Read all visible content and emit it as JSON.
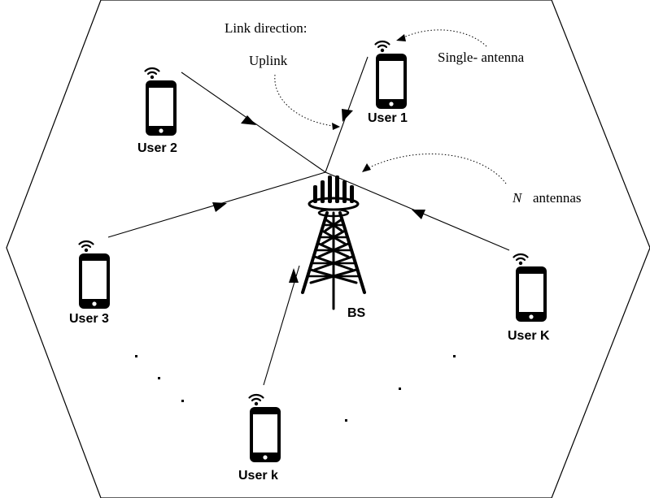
{
  "annotations": {
    "link_direction": "Link direction:",
    "uplink": "Uplink",
    "single_antenna": "Single- antenna",
    "n_symbol": "N",
    "n_antennas": "antennas"
  },
  "base_station": {
    "label": "BS"
  },
  "users": [
    {
      "id": "user-1",
      "label": "User 1"
    },
    {
      "id": "user-2",
      "label": "User 2"
    },
    {
      "id": "user-3",
      "label": "User 3"
    },
    {
      "id": "user-k-small",
      "label": "User k"
    },
    {
      "id": "user-K-big",
      "label": "User K"
    }
  ],
  "icons": {
    "phone": "smartphone-icon",
    "wifi": "wifi-signal-icon",
    "tower": "cell-tower-icon",
    "arrow": "arrowhead-icon",
    "ellipsis": "ellipsis-dots"
  },
  "colors": {
    "stroke": "#000000",
    "background": "#ffffff"
  }
}
